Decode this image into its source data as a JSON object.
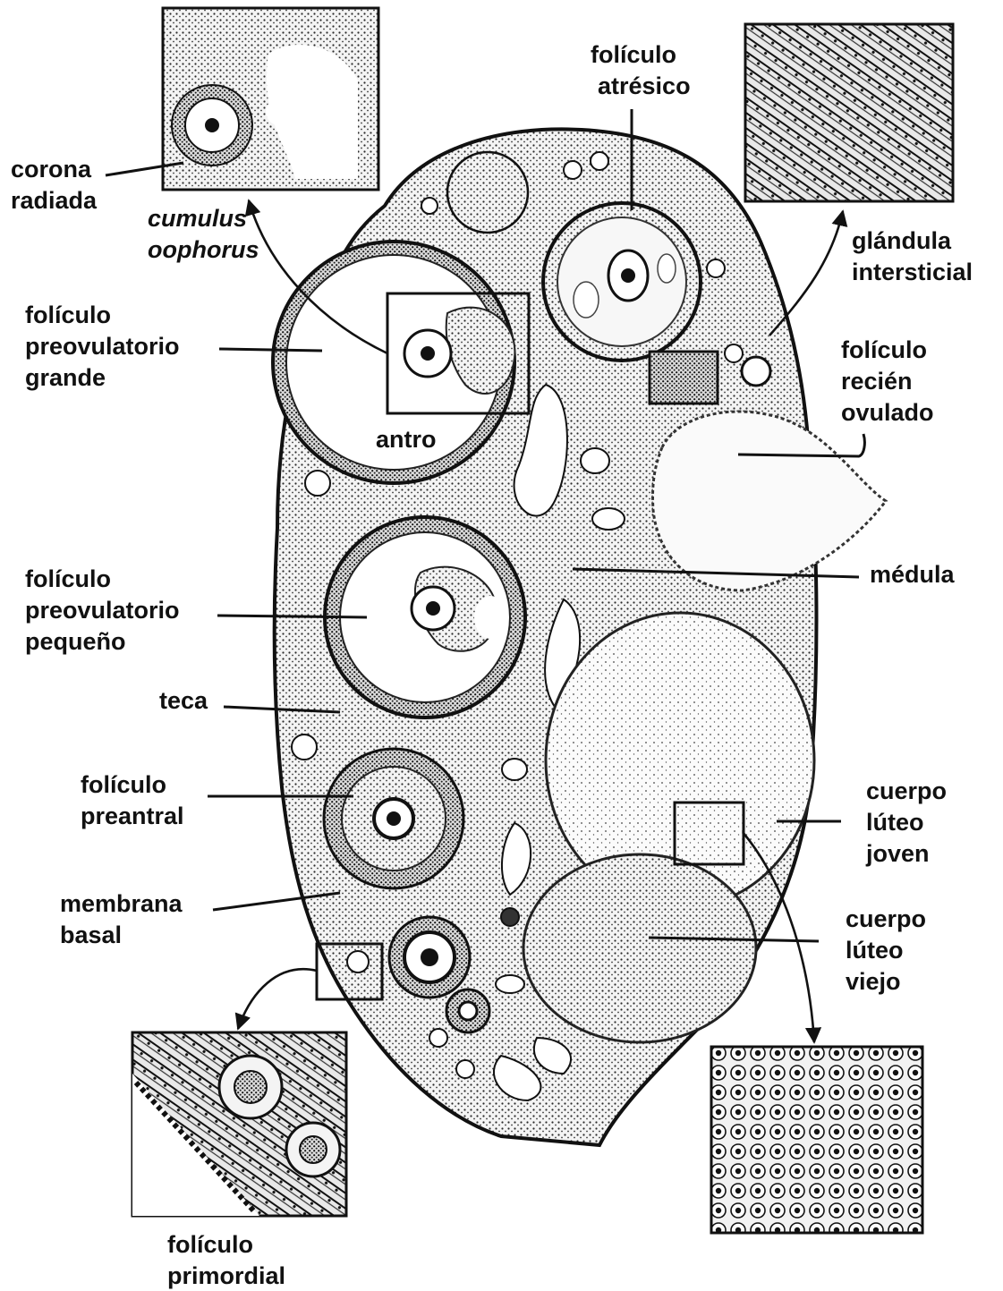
{
  "labels": {
    "corona_radiada": [
      "corona",
      "radiada"
    ],
    "cumulus_oophorus": [
      "cumulus",
      "oophorus"
    ],
    "foliculo_preovulatorio_grande": [
      "folículo",
      "preovulatorio",
      "grande"
    ],
    "antro": [
      "antro"
    ],
    "foliculo_atresico": [
      "folículo",
      "atrésico"
    ],
    "glandula_intersticial": [
      "glándula",
      "intersticial"
    ],
    "foliculo_recien_ovulado": [
      "folículo",
      "recién",
      "ovulado"
    ],
    "medula": [
      "médula"
    ],
    "foliculo_preovulatorio_pequeno": [
      "folículo",
      "preovulatorio",
      "pequeño"
    ],
    "teca": [
      "teca"
    ],
    "foliculo_preantral": [
      "folículo",
      "preantral"
    ],
    "membrana_basal": [
      "membrana",
      "basal"
    ],
    "cuerpo_luteo_joven": [
      "cuerpo",
      "lúteo",
      "joven"
    ],
    "cuerpo_luteo_viejo": [
      "cuerpo",
      "lúteo",
      "viejo"
    ],
    "foliculo_primordial": [
      "folículo",
      "primordial"
    ]
  },
  "colors": {
    "ink": "#111111",
    "paper": "#ffffff",
    "stipple": "#2a2a2a"
  }
}
